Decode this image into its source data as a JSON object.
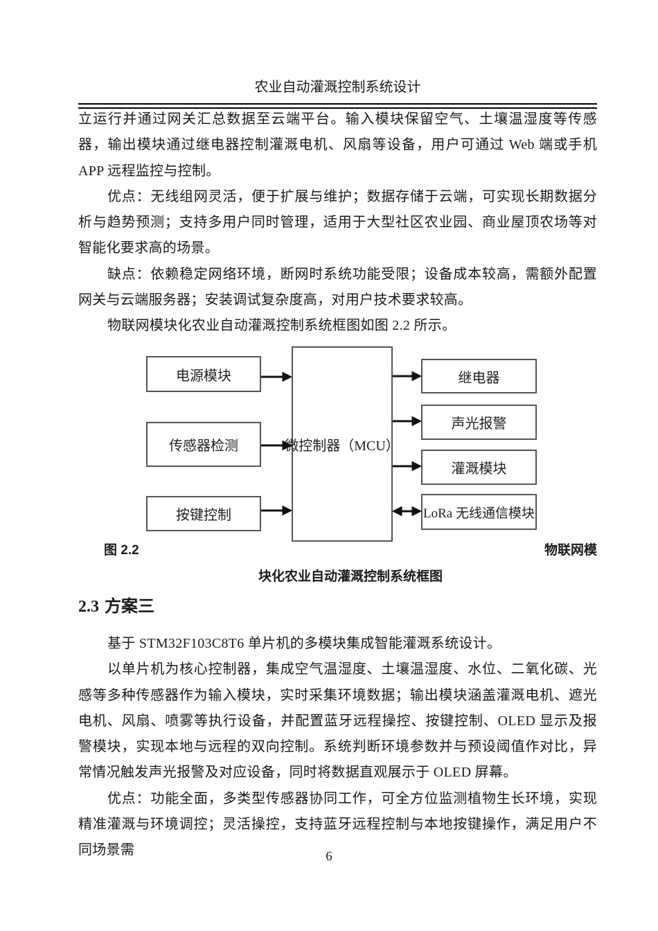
{
  "header": {
    "title": "农业自动灌溉控制系统设计"
  },
  "paragraphs_top": [
    {
      "text": "立运行并通过网关汇总数据至云端平台。输入模块保留空气、土壤温湿度等传感器，输出模块通过继电器控制灌溉电机、风扇等设备，用户可通过 Web 端或手机 APP 远程监控与控制。"
    },
    {
      "text": "优点：无线组网灵活，便于扩展与维护；数据存储于云端，可实现长期数据分析与趋势预测；支持多用户同时管理，适用于大型社区农业园、商业屋顶农场等对智能化要求高的场景。"
    },
    {
      "text": "缺点：依赖稳定网络环境，断网时系统功能受限；设备成本较高，需额外配置网关与云端服务器；安装调试复杂度高，对用户技术要求较高。"
    },
    {
      "text": "物联网模块化农业自动灌溉控制系统框图如图 2.2 所示。"
    }
  ],
  "diagram": {
    "left_boxes": [
      {
        "label": "电源模块"
      },
      {
        "label": "传感器检测"
      },
      {
        "label": "按键控制"
      }
    ],
    "center_box": {
      "label": "微控制器（MCU）"
    },
    "right_boxes": [
      {
        "label": "继电器"
      },
      {
        "label": "声光报警"
      },
      {
        "label": "灌溉模块"
      },
      {
        "label": "LoRa 无线通信模块"
      }
    ],
    "connections": [
      "电源模块 → 微控制器（MCU）",
      "传感器检测 → 微控制器（MCU）",
      "按键控制 → 微控制器（MCU）",
      "微控制器（MCU） → 继电器",
      "微控制器（MCU） → 声光报警",
      "微控制器（MCU） → 灌溉模块",
      "微控制器（MCU） ↔ LoRa 无线通信模块"
    ]
  },
  "caption": {
    "fig_label": "图 2.2",
    "right_fragment": "物联网模",
    "line2": "块化农业自动灌溉控制系统框图"
  },
  "section": {
    "number": "2.3",
    "title": "方案三"
  },
  "paragraphs_bottom": [
    {
      "text": "基于 STM32F103C8T6 单片机的多模块集成智能灌溉系统设计。"
    },
    {
      "text": "以单片机为核心控制器，集成空气温湿度、土壤温湿度、水位、二氧化碳、光感等多种传感器作为输入模块，实时采集环境数据；输出模块涵盖灌溉电机、遮光电机、风扇、喷雾等执行设备，并配置蓝牙远程操控、按键控制、OLED 显示及报警模块，实现本地与远程的双向控制。系统判断环境参数并与预设阈值作对比，异常情况触发声光报警及对应设备，同时将数据直观展示于 OLED 屏幕。"
    },
    {
      "text": "优点：功能全面，多类型传感器协同工作，可全方位监测植物生长环境，实现精准灌溉与环境调控；灵活操控，支持蓝牙远程控制与本地按键操作，满足用户不同场景需"
    }
  ],
  "page_number": "6",
  "colors": {
    "text": "#1a1a1a",
    "box_border": "#555555",
    "arrow": "#111111"
  }
}
